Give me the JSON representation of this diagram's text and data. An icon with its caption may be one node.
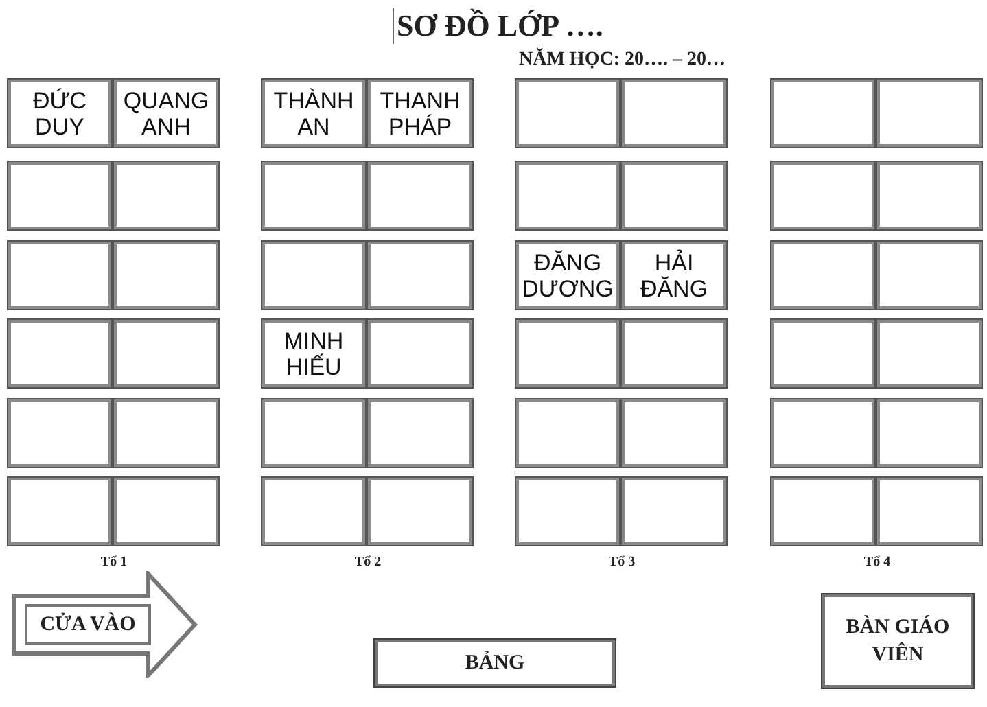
{
  "diagram": {
    "title": "SƠ ĐỒ LỚP ….",
    "nodes": [
      {
        "text": [
          "ĐỨC DUY"
        ]
      },
      {
        "text": [
          "QUANG ANH"
        ]
      },
      {
        "text": [
          "THÀNH AN"
        ]
      },
      {
        "text": [
          "THANH PHÁP"
        ]
      },
      {
        "text": [],
        "shape": "box"
      },
      {
        "text": [],
        "shape": "box"
      },
      {
        "text": [],
        "shape": "box"
      },
      {
        "text": [],
        "shape": "box"
      },
      {
        "text": [],
        "shape": "box"
      },
      {
        "text": [],
        "shape": "box"
      },
      {
        "text": [],
        "shape": "box"
      },
      {
        "text": [],
        "shape": "box"
      },
      {
        "text": [],
        "shape": "box"
      },
      {
        "text": [],
        "shape": "box"
      },
      {
        "text": [],
        "shape": "box"
      },
      {
        "text": [],
        "shape": "box"
      },
      {
        "text": [],
        "shape": "box"
      },
      {
        "text": [],
        "shape": "box"
      },
      {
        "text": [],
        "shape": "box"
      },
      {
        "text": [],
        "shape": "box"
      },
      {
        "text": [
          "ĐĂNG DƯƠNG"
        ]
      },
      {
        "text": [
          "HẢI ĐĂNG"
        ]
      },
      {
        "text": [],
        "shape": "box"
      },
      {
        "text": [],
        "shape": "box"
      },
      {
        "text": [],
        "shape": "box"
      },
      {
        "text": [],
        "shape": "box"
      },
      {
        "text": [
          "MINH HIẾU"
        ]
      },
      {
        "text": [],
        "shape": "box"
      },
      {
        "text": [],
        "shape": "box"
      },
      {
        "text": [],
        "shape": "box"
      },
      {
        "text": [],
        "shape": "box"
      },
      {
        "text": [],
        "shape": "box"
      },
      {
        "text": [],
        "shape": "box"
      },
      {
        "text": [],
        "shape": "box"
      },
      {
        "text": [],
        "shape": "box"
      },
      {
        "text": [],
        "shape": "box"
      },
      {
        "text": [],
        "shape": "box"
      },
      {
        "text": [],
        "shape": "box"
      },
      {
        "text": [],
        "shape": "box"
      },
      {
        "text": [],
        "shape": "box"
      },
      {
        "text": [],
        "shape": "box"
      },
      {
        "text": [],
        "shape": "box"
      },
      {
        "text": [],
        "shape": "box"
      },
      {
        "text": [],
        "shape": "box"
      },
      {
        "text": [],
        "shape": "box"
      },
      {
        "text": [],
        "shape": "box"
      },
      {
        "text": [],
        "shape": "box"
      },
      {
        "text": [],
        "shape": "box"
      },
      {
        "text": [
          "CỬA VÀO"
        ]
      },
      {
        "text": [
          "BẢNG"
        ]
      },
      {
        "text": [
          "BÀN GIÁO VIÊN"
        ]
      }
    ],
    "labels": [
      "NĂM HỌC: 20…. – 20…",
      "Tổ 1",
      "Tổ 2",
      "Tổ 3",
      "Tổ 4"
    ]
  }
}
